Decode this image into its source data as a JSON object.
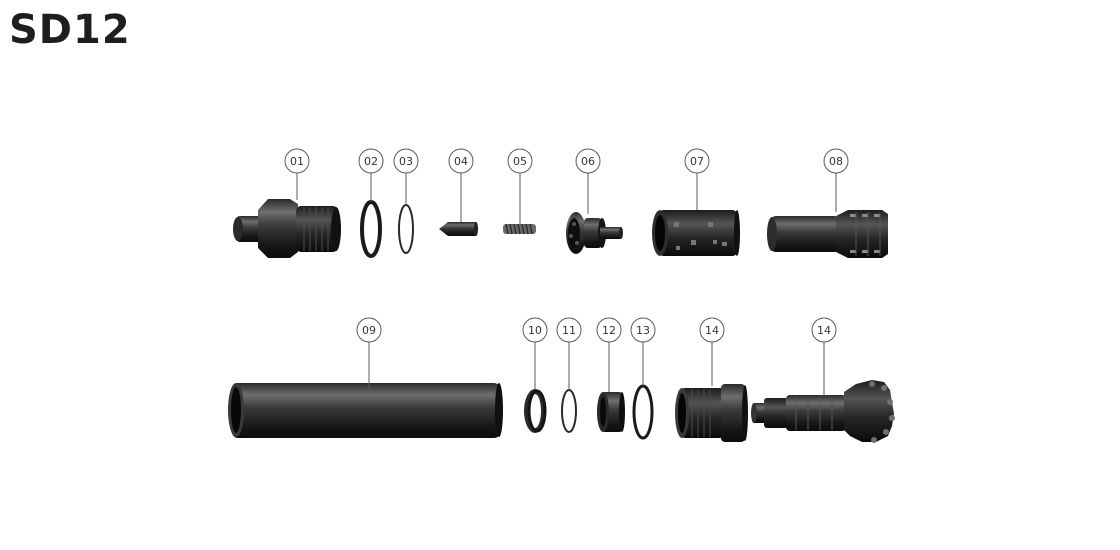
{
  "title": "SD12",
  "colors": {
    "part_dark": "#161616",
    "part_mid": "#3a3a3a",
    "part_light": "#6a6a6a",
    "callout_stroke": "#5a5a5a"
  },
  "parts": [
    {
      "id": "p01",
      "label": "01",
      "name": "top-sub"
    },
    {
      "id": "p02",
      "label": "02",
      "name": "o-ring-large"
    },
    {
      "id": "p03",
      "label": "03",
      "name": "o-ring-small"
    },
    {
      "id": "p04",
      "label": "04",
      "name": "check-valve"
    },
    {
      "id": "p05",
      "label": "05",
      "name": "spring"
    },
    {
      "id": "p06",
      "label": "06",
      "name": "air-distributor"
    },
    {
      "id": "p07",
      "label": "07",
      "name": "inner-cylinder"
    },
    {
      "id": "p08",
      "label": "08",
      "name": "piston"
    },
    {
      "id": "p09",
      "label": "09",
      "name": "outer-casing"
    },
    {
      "id": "p10",
      "label": "10",
      "name": "guide-ring"
    },
    {
      "id": "p11",
      "label": "11",
      "name": "o-ring-thin"
    },
    {
      "id": "p12",
      "label": "12",
      "name": "bit-retaining-ring"
    },
    {
      "id": "p13",
      "label": "13",
      "name": "o-ring-bottom"
    },
    {
      "id": "p14a",
      "label": "14",
      "name": "chuck"
    },
    {
      "id": "p14b",
      "label": "14",
      "name": "drill-bit"
    }
  ]
}
